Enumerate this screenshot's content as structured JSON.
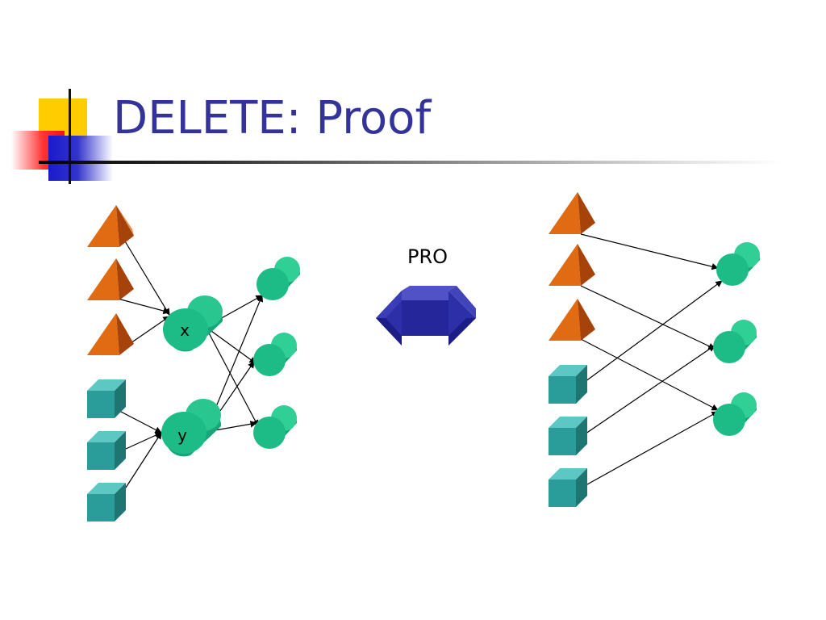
{
  "slide": {
    "title": "DELETE: Proof"
  },
  "diagram": {
    "left_graph": {
      "node_x_label": "x",
      "node_y_label": "y"
    },
    "transformation": {
      "label": "PRO"
    }
  },
  "colors": {
    "title": "#333399",
    "pyramid": "#d9590a",
    "cube": "#2a9d9a",
    "cylinder": "#19b983",
    "arrow": "#2d2fa8"
  }
}
